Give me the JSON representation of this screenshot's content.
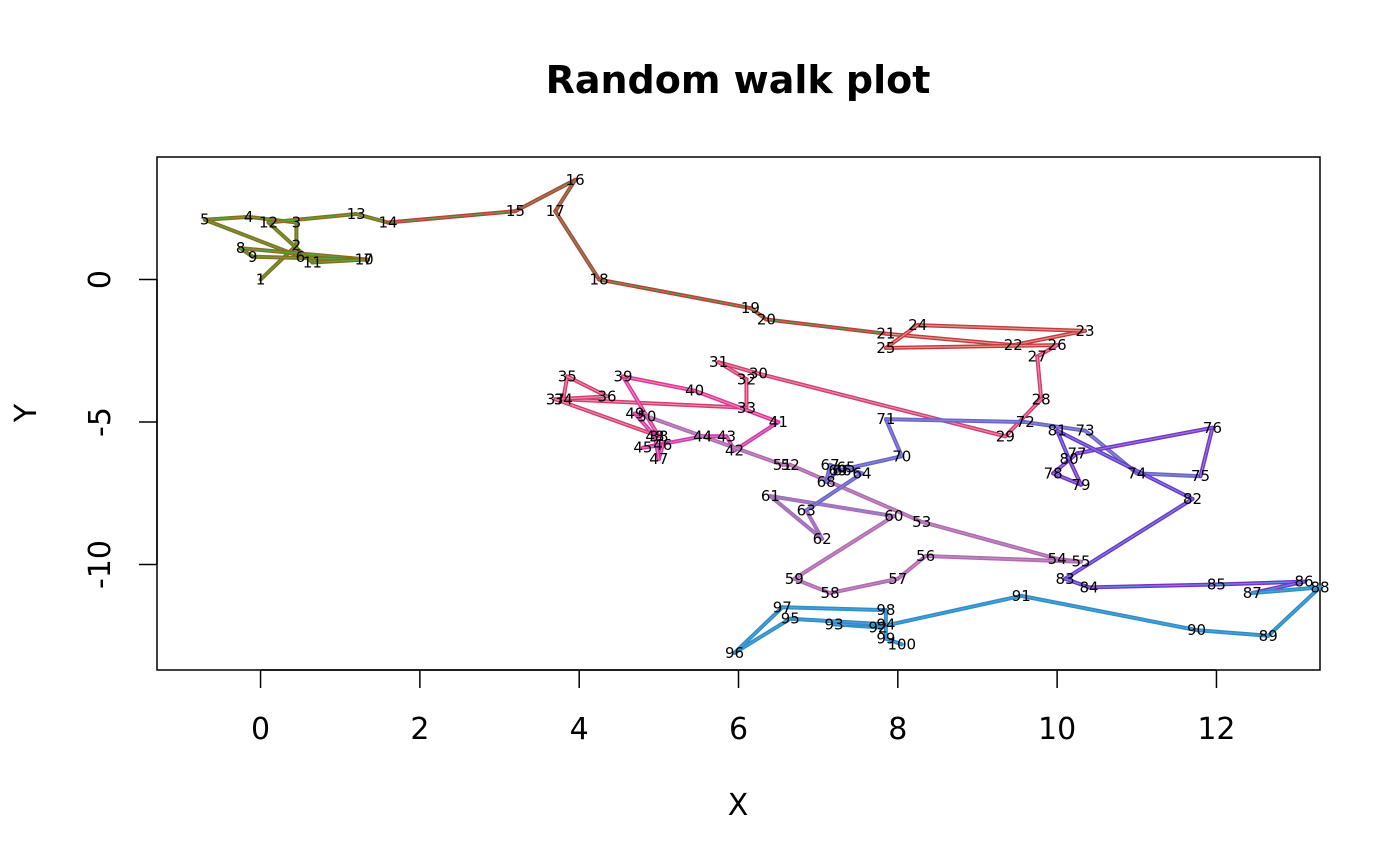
{
  "chart_data": {
    "type": "line",
    "title": "Random walk plot",
    "xlabel": "X",
    "ylabel": "Y",
    "xlim": [
      -1.3,
      13.3
    ],
    "ylim": [
      -13.7,
      4.3
    ],
    "xticks": [
      0,
      2,
      4,
      6,
      8,
      10,
      12
    ],
    "yticks": [
      0,
      -5,
      -10
    ],
    "grid": false,
    "legend": "none",
    "points": [
      {
        "label": "1",
        "x": 0.0,
        "y": 0.0
      },
      {
        "label": "2",
        "x": 0.45,
        "y": 1.2
      },
      {
        "label": "3",
        "x": 0.45,
        "y": 2.0
      },
      {
        "label": "4",
        "x": -0.15,
        "y": 2.2
      },
      {
        "label": "5",
        "x": -0.7,
        "y": 2.1
      },
      {
        "label": "6",
        "x": 0.5,
        "y": 0.8
      },
      {
        "label": "7",
        "x": 1.35,
        "y": 0.7
      },
      {
        "label": "8",
        "x": -0.25,
        "y": 1.1
      },
      {
        "label": "9",
        "x": -0.1,
        "y": 0.8
      },
      {
        "label": "10",
        "x": 1.3,
        "y": 0.7
      },
      {
        "label": "11",
        "x": 0.65,
        "y": 0.6
      },
      {
        "label": "12",
        "x": 0.1,
        "y": 2.0
      },
      {
        "label": "13",
        "x": 1.2,
        "y": 2.3
      },
      {
        "label": "14",
        "x": 1.6,
        "y": 2.0
      },
      {
        "label": "15",
        "x": 3.2,
        "y": 2.4
      },
      {
        "label": "16",
        "x": 3.95,
        "y": 3.5
      },
      {
        "label": "17",
        "x": 3.7,
        "y": 2.4
      },
      {
        "label": "18",
        "x": 4.25,
        "y": 0.0
      },
      {
        "label": "19",
        "x": 6.15,
        "y": -1.0
      },
      {
        "label": "20",
        "x": 6.35,
        "y": -1.4
      },
      {
        "label": "21",
        "x": 7.85,
        "y": -1.9
      },
      {
        "label": "22",
        "x": 9.45,
        "y": -2.3
      },
      {
        "label": "23",
        "x": 10.35,
        "y": -1.8
      },
      {
        "label": "24",
        "x": 8.25,
        "y": -1.6
      },
      {
        "label": "25",
        "x": 7.85,
        "y": -2.4
      },
      {
        "label": "26",
        "x": 10.0,
        "y": -2.3
      },
      {
        "label": "27",
        "x": 9.75,
        "y": -2.7
      },
      {
        "label": "28",
        "x": 9.8,
        "y": -4.2
      },
      {
        "label": "29",
        "x": 9.35,
        "y": -5.5
      },
      {
        "label": "30",
        "x": 6.25,
        "y": -3.3
      },
      {
        "label": "31",
        "x": 5.75,
        "y": -2.9
      },
      {
        "label": "32",
        "x": 6.1,
        "y": -3.5
      },
      {
        "label": "33",
        "x": 6.1,
        "y": -4.5
      },
      {
        "label": "34",
        "x": 3.8,
        "y": -4.2
      },
      {
        "label": "35",
        "x": 3.85,
        "y": -3.4
      },
      {
        "label": "36",
        "x": 4.35,
        "y": -4.1
      },
      {
        "label": "37",
        "x": 3.7,
        "y": -4.2
      },
      {
        "label": "38",
        "x": 5.0,
        "y": -5.5
      },
      {
        "label": "39",
        "x": 4.55,
        "y": -3.4
      },
      {
        "label": "40",
        "x": 5.45,
        "y": -3.9
      },
      {
        "label": "41",
        "x": 6.5,
        "y": -5.0
      },
      {
        "label": "42",
        "x": 5.95,
        "y": -6.0
      },
      {
        "label": "43",
        "x": 5.85,
        "y": -5.5
      },
      {
        "label": "44",
        "x": 5.55,
        "y": -5.5
      },
      {
        "label": "45",
        "x": 4.8,
        "y": -5.9
      },
      {
        "label": "46",
        "x": 5.05,
        "y": -5.8
      },
      {
        "label": "47",
        "x": 5.0,
        "y": -6.3
      },
      {
        "label": "48",
        "x": 4.95,
        "y": -5.5
      },
      {
        "label": "49",
        "x": 4.7,
        "y": -4.7
      },
      {
        "label": "50",
        "x": 4.85,
        "y": -4.8
      },
      {
        "label": "51",
        "x": 6.55,
        "y": -6.5
      },
      {
        "label": "52",
        "x": 6.65,
        "y": -6.5
      },
      {
        "label": "53",
        "x": 8.3,
        "y": -8.5
      },
      {
        "label": "54",
        "x": 10.0,
        "y": -9.8
      },
      {
        "label": "55",
        "x": 10.3,
        "y": -9.9
      },
      {
        "label": "56",
        "x": 8.35,
        "y": -9.7
      },
      {
        "label": "57",
        "x": 8.0,
        "y": -10.5
      },
      {
        "label": "58",
        "x": 7.15,
        "y": -11.0
      },
      {
        "label": "59",
        "x": 6.7,
        "y": -10.5
      },
      {
        "label": "60",
        "x": 7.95,
        "y": -8.3
      },
      {
        "label": "61",
        "x": 6.4,
        "y": -7.6
      },
      {
        "label": "62",
        "x": 7.05,
        "y": -9.1
      },
      {
        "label": "63",
        "x": 6.85,
        "y": -8.1
      },
      {
        "label": "64",
        "x": 7.55,
        "y": -6.8
      },
      {
        "label": "65",
        "x": 7.35,
        "y": -6.6
      },
      {
        "label": "66",
        "x": 7.3,
        "y": -6.7
      },
      {
        "label": "67",
        "x": 7.15,
        "y": -6.5
      },
      {
        "label": "68",
        "x": 7.1,
        "y": -7.1
      },
      {
        "label": "69",
        "x": 7.25,
        "y": -6.7
      },
      {
        "label": "70",
        "x": 8.05,
        "y": -6.2
      },
      {
        "label": "71",
        "x": 7.85,
        "y": -4.9
      },
      {
        "label": "72",
        "x": 9.6,
        "y": -5.0
      },
      {
        "label": "73",
        "x": 10.35,
        "y": -5.3
      },
      {
        "label": "74",
        "x": 11.0,
        "y": -6.8
      },
      {
        "label": "75",
        "x": 11.8,
        "y": -6.9
      },
      {
        "label": "76",
        "x": 11.95,
        "y": -5.2
      },
      {
        "label": "77",
        "x": 10.25,
        "y": -6.1
      },
      {
        "label": "78",
        "x": 9.95,
        "y": -6.8
      },
      {
        "label": "79",
        "x": 10.3,
        "y": -7.2
      },
      {
        "label": "80",
        "x": 10.15,
        "y": -6.3
      },
      {
        "label": "81",
        "x": 10.0,
        "y": -5.3
      },
      {
        "label": "82",
        "x": 11.7,
        "y": -7.7
      },
      {
        "label": "83",
        "x": 10.1,
        "y": -10.5
      },
      {
        "label": "84",
        "x": 10.4,
        "y": -10.8
      },
      {
        "label": "85",
        "x": 12.0,
        "y": -10.7
      },
      {
        "label": "86",
        "x": 13.1,
        "y": -10.6
      },
      {
        "label": "87",
        "x": 12.45,
        "y": -11.0
      },
      {
        "label": "88",
        "x": 13.3,
        "y": -10.8
      },
      {
        "label": "89",
        "x": 12.65,
        "y": -12.5
      },
      {
        "label": "90",
        "x": 11.75,
        "y": -12.3
      },
      {
        "label": "91",
        "x": 9.55,
        "y": -11.1
      },
      {
        "label": "92",
        "x": 7.75,
        "y": -12.2
      },
      {
        "label": "93",
        "x": 7.2,
        "y": -12.1
      },
      {
        "label": "94",
        "x": 7.85,
        "y": -12.1
      },
      {
        "label": "95",
        "x": 6.65,
        "y": -11.9
      },
      {
        "label": "96",
        "x": 5.95,
        "y": -13.1
      },
      {
        "label": "97",
        "x": 6.55,
        "y": -11.5
      },
      {
        "label": "98",
        "x": 7.85,
        "y": -11.6
      },
      {
        "label": "99",
        "x": 7.85,
        "y": -12.6
      },
      {
        "label": "100",
        "x": 8.05,
        "y": -12.8
      }
    ]
  },
  "colors": {
    "segment_palette": [
      "#8a6d1a",
      "#c23b3b",
      "#d43a7a",
      "#e02fa5",
      "#b06ab0",
      "#6b62c8",
      "#7b2fc8",
      "#2c8fc4"
    ],
    "segment_inner": [
      "#4fae4f",
      "#e89a9a",
      "#c090c0",
      "#8a8ad8",
      "#55a0e0"
    ],
    "axis": "#000000"
  }
}
